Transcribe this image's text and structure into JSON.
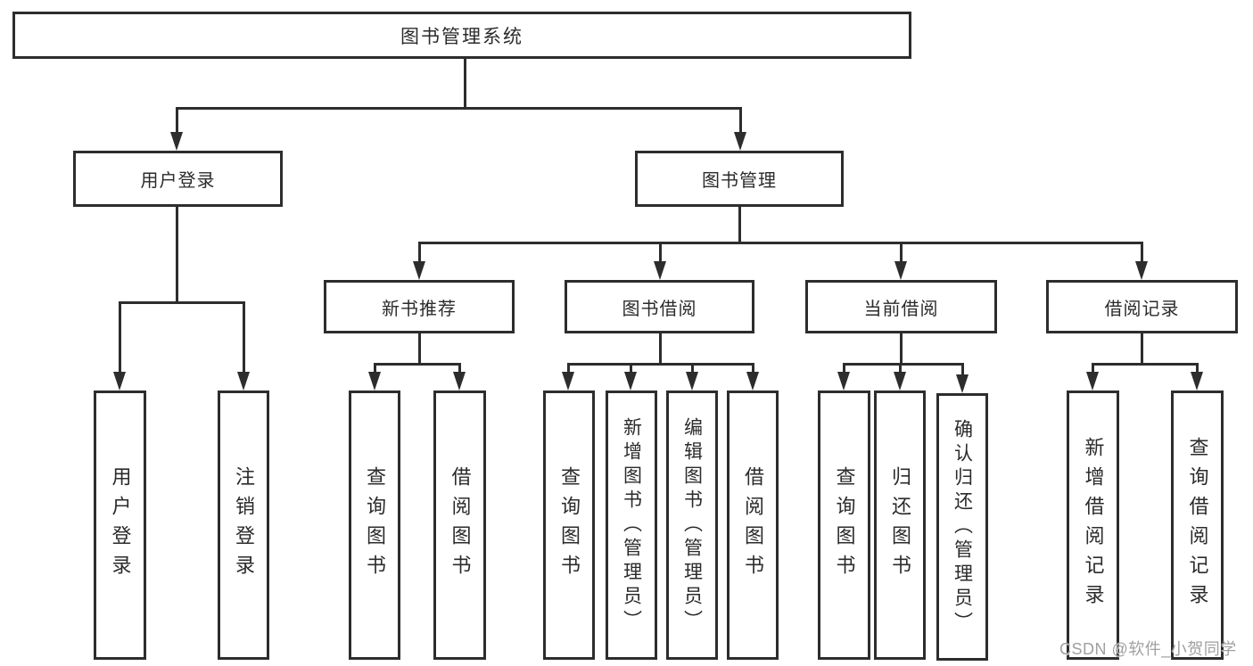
{
  "tree": {
    "label": "图书管理系统",
    "children": [
      {
        "label": "用户登录",
        "children": [
          {
            "label": "用户登录"
          },
          {
            "label": "注销登录"
          }
        ]
      },
      {
        "label": "图书管理",
        "children": [
          {
            "label": "新书推荐",
            "children": [
              {
                "label": "查询图书"
              },
              {
                "label": "借阅图书"
              }
            ]
          },
          {
            "label": "图书借阅",
            "children": [
              {
                "label": "查询图书"
              },
              {
                "label": "新增图书（管理员）"
              },
              {
                "label": "编辑图书（管理员）"
              },
              {
                "label": "借阅图书"
              }
            ]
          },
          {
            "label": "当前借阅",
            "children": [
              {
                "label": "查询图书"
              },
              {
                "label": "归还图书"
              },
              {
                "label": "确认归还（管理员）"
              }
            ]
          },
          {
            "label": "借阅记录",
            "children": [
              {
                "label": "新增借阅记录"
              },
              {
                "label": "查询借阅记录"
              }
            ]
          }
        ]
      }
    ]
  },
  "watermark": "CSDN @软件_小贺同学",
  "colors": {
    "line": "#2d2d2d",
    "text": "#2b2b2b",
    "background": "#ffffff",
    "watermark": "#a0a0a0"
  }
}
